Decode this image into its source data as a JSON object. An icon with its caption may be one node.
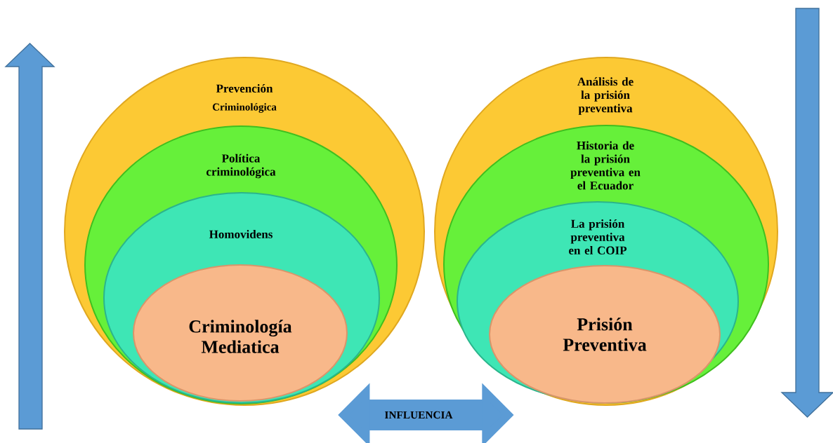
{
  "diagram": {
    "nodes": [
      {
        "text": [
          "Prevención",
          "Criminológica"
        ]
      },
      {
        "text": [
          "Política criminológica"
        ],
        "in": 0
      },
      {
        "text": [
          "Homovidens"
        ],
        "in": 1
      },
      {
        "text": [
          "Criminología Mediatica"
        ],
        "in": 2
      },
      {
        "text": [
          "Análisis de la prisión preventiva"
        ]
      },
      {
        "text": [
          "Historia de la prisión preventiva en el Ecuador"
        ],
        "in": 4
      },
      {
        "text": [
          "La prisión preventiva en el COIP"
        ],
        "in": 5
      },
      {
        "text": [
          "Prisión Preventiva"
        ],
        "in": 6
      }
    ],
    "edges": [
      {
        "from": 0,
        "to": 4,
        "arrow": "both",
        "label": "INFLUENCIA"
      }
    ]
  }
}
